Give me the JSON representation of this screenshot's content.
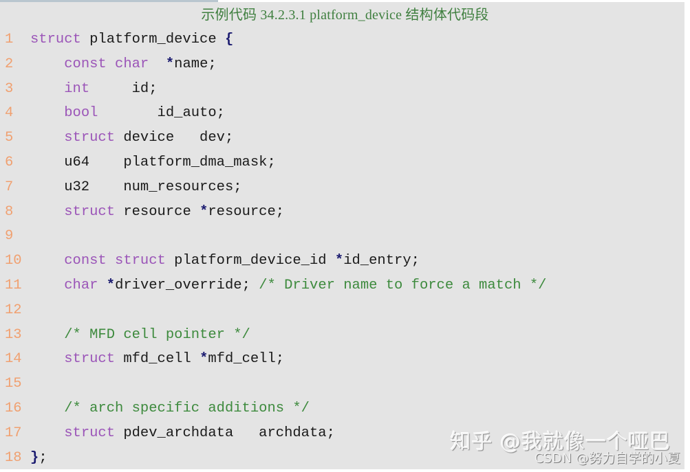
{
  "caption": "示例代码 34.2.3.1 platform_device 结构体代码段",
  "colors": {
    "background": "#e4e4e4",
    "line_number": "#f0a070",
    "keyword": "#9b55b8",
    "comment": "#3d8a3d",
    "punctuation": "#1c1c70",
    "text": "#1a1a1a",
    "caption": "#3f7f3f"
  },
  "code": {
    "language": "c",
    "lines": [
      {
        "n": "1",
        "tokens": [
          {
            "t": "kw",
            "v": "struct"
          },
          {
            "t": "tx",
            "v": " platform_device "
          },
          {
            "t": "pn",
            "v": "{"
          }
        ]
      },
      {
        "n": "2",
        "tokens": [
          {
            "t": "tx",
            "v": "    "
          },
          {
            "t": "kw",
            "v": "const char"
          },
          {
            "t": "tx",
            "v": "  "
          },
          {
            "t": "pn",
            "v": "*"
          },
          {
            "t": "tx",
            "v": "name;"
          }
        ]
      },
      {
        "n": "3",
        "tokens": [
          {
            "t": "tx",
            "v": "    "
          },
          {
            "t": "kw",
            "v": "int"
          },
          {
            "t": "tx",
            "v": "     id;"
          }
        ]
      },
      {
        "n": "4",
        "tokens": [
          {
            "t": "tx",
            "v": "    "
          },
          {
            "t": "kw",
            "v": "bool"
          },
          {
            "t": "tx",
            "v": "       id_auto;"
          }
        ]
      },
      {
        "n": "5",
        "tokens": [
          {
            "t": "tx",
            "v": "    "
          },
          {
            "t": "kw",
            "v": "struct"
          },
          {
            "t": "tx",
            "v": " device   dev;"
          }
        ]
      },
      {
        "n": "6",
        "tokens": [
          {
            "t": "tx",
            "v": "    u64    platform_dma_mask;"
          }
        ]
      },
      {
        "n": "7",
        "tokens": [
          {
            "t": "tx",
            "v": "    u32    num_resources;"
          }
        ]
      },
      {
        "n": "8",
        "tokens": [
          {
            "t": "tx",
            "v": "    "
          },
          {
            "t": "kw",
            "v": "struct"
          },
          {
            "t": "tx",
            "v": " resource "
          },
          {
            "t": "pn",
            "v": "*"
          },
          {
            "t": "tx",
            "v": "resource;"
          }
        ]
      },
      {
        "n": "9",
        "tokens": []
      },
      {
        "n": "10",
        "tokens": [
          {
            "t": "tx",
            "v": "    "
          },
          {
            "t": "kw",
            "v": "const struct"
          },
          {
            "t": "tx",
            "v": " platform_device_id "
          },
          {
            "t": "pn",
            "v": "*"
          },
          {
            "t": "tx",
            "v": "id_entry;"
          }
        ]
      },
      {
        "n": "11",
        "tokens": [
          {
            "t": "tx",
            "v": "    "
          },
          {
            "t": "kw",
            "v": "char"
          },
          {
            "t": "tx",
            "v": " "
          },
          {
            "t": "pn",
            "v": "*"
          },
          {
            "t": "tx",
            "v": "driver_override; "
          },
          {
            "t": "cm",
            "v": "/* Driver name to force a match */"
          }
        ]
      },
      {
        "n": "12",
        "tokens": []
      },
      {
        "n": "13",
        "tokens": [
          {
            "t": "tx",
            "v": "    "
          },
          {
            "t": "cm",
            "v": "/* MFD cell pointer */"
          }
        ]
      },
      {
        "n": "14",
        "tokens": [
          {
            "t": "tx",
            "v": "    "
          },
          {
            "t": "kw",
            "v": "struct"
          },
          {
            "t": "tx",
            "v": " mfd_cell "
          },
          {
            "t": "pn",
            "v": "*"
          },
          {
            "t": "tx",
            "v": "mfd_cell;"
          }
        ]
      },
      {
        "n": "15",
        "tokens": []
      },
      {
        "n": "16",
        "tokens": [
          {
            "t": "tx",
            "v": "    "
          },
          {
            "t": "cm",
            "v": "/* arch specific additions */"
          }
        ]
      },
      {
        "n": "17",
        "tokens": [
          {
            "t": "tx",
            "v": "    "
          },
          {
            "t": "kw",
            "v": "struct"
          },
          {
            "t": "tx",
            "v": " pdev_archdata   archdata;"
          }
        ]
      },
      {
        "n": "18",
        "tokens": [
          {
            "t": "pn",
            "v": "}"
          },
          {
            "t": "tx",
            "v": ";"
          }
        ]
      }
    ]
  },
  "watermark": {
    "zhihu": "知乎 @我就像一个哑巴",
    "csdn": "CSDN @努力自学的小夏"
  }
}
